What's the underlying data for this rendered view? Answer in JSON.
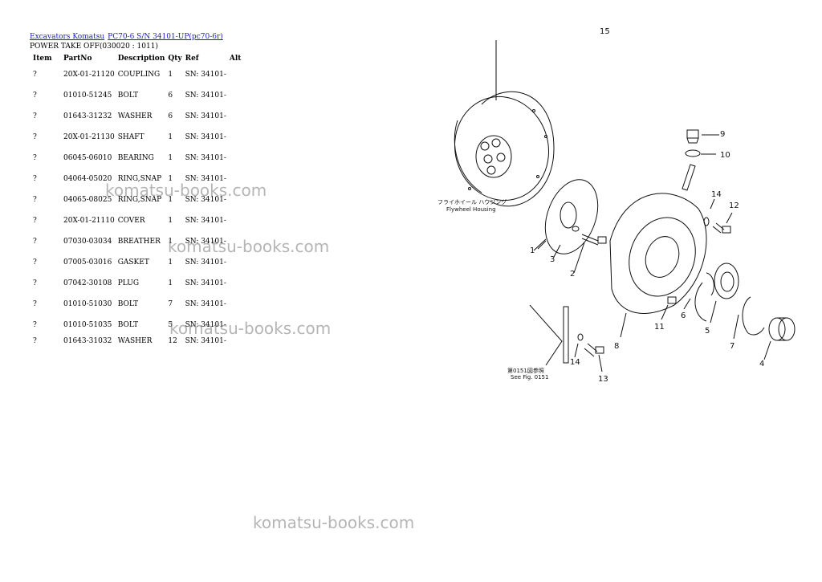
{
  "breadcrumb": {
    "link1": "Excavators Komatsu",
    "link2": "PC70-6 S/N 34101-UP(pc70-6r)"
  },
  "subtitle": "POWER TAKE OFF(030020 : 1011)",
  "table": {
    "headers": [
      "Item",
      "PartNo",
      "Description",
      "Qty",
      "Ref",
      "Alt"
    ],
    "rows": [
      [
        "?",
        "20X-01-21120",
        "COUPLING",
        "1",
        "SN: 34101-",
        ""
      ],
      [
        "?",
        "01010-51245",
        "BOLT",
        "6",
        "SN: 34101-",
        ""
      ],
      [
        "?",
        "01643-31232",
        "WASHER",
        "6",
        "SN: 34101-",
        ""
      ],
      [
        "?",
        "20X-01-21130",
        "SHAFT",
        "1",
        "SN: 34101-",
        ""
      ],
      [
        "?",
        "06045-06010",
        "BEARING",
        "1",
        "SN: 34101-",
        ""
      ],
      [
        "?",
        "04064-05020",
        "RING,SNAP",
        "1",
        "SN: 34101-",
        ""
      ],
      [
        "?",
        "04065-08025",
        "RING,SNAP",
        "1",
        "SN: 34101-",
        ""
      ],
      [
        "?",
        "20X-01-21110",
        "COVER",
        "1",
        "SN: 34101-",
        ""
      ],
      [
        "?",
        "07030-03034",
        "BREATHER",
        "1",
        "SN: 34101-",
        ""
      ],
      [
        "?",
        "07005-03016",
        "GASKET",
        "1",
        "SN: 34101-",
        ""
      ],
      [
        "?",
        "07042-30108",
        "PLUG",
        "1",
        "SN: 34101-",
        ""
      ],
      [
        "?",
        "01010-51030",
        "BOLT",
        "7",
        "SN: 34101-",
        ""
      ],
      [
        "?",
        "01010-51035",
        "BOLT",
        "5",
        "SN: 34101-",
        ""
      ],
      [
        "?",
        "01643-31032",
        "WASHER",
        "12",
        "SN: 34101-",
        ""
      ]
    ]
  },
  "watermark": "komatsu-books.com",
  "diagram": {
    "top_number": "15",
    "flywheel_jp": "フライホイール ハウジング",
    "flywheel_en": "Flywheel Housing",
    "see_fig_jp": "第0151図参照",
    "see_fig_en": "See Fig. 0151",
    "callouts": [
      "1",
      "2",
      "3",
      "4",
      "5",
      "6",
      "7",
      "8",
      "9",
      "10",
      "11",
      "12",
      "13",
      "14",
      "14"
    ]
  }
}
